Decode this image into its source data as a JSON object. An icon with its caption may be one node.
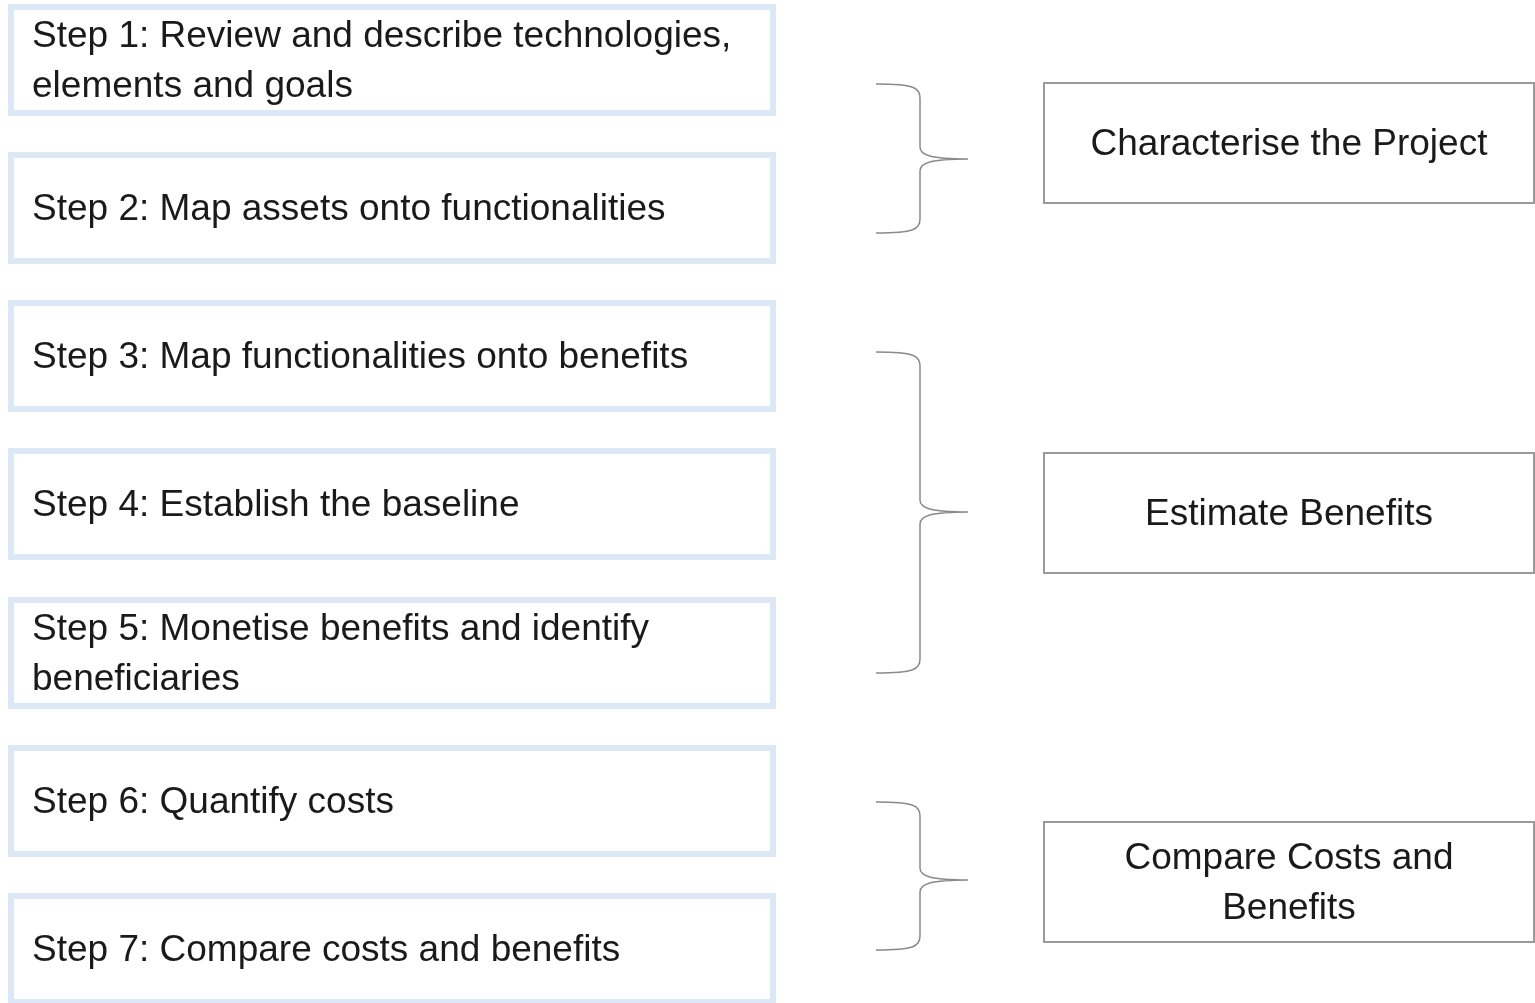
{
  "diagram": {
    "nodes": [
      {
        "text": [
          "Step 1: Review and describe technologies, elements and goals"
        ]
      },
      {
        "text": [
          "Step 2: Map assets onto functionalities"
        ]
      },
      {
        "text": [
          "Step 3: Map functionalities onto benefits"
        ]
      },
      {
        "text": [
          "Step 4: Establish the baseline"
        ]
      },
      {
        "text": [
          "Step 5: Monetise benefits and identify beneficiaries"
        ]
      },
      {
        "text": [
          "Step 6: Quantify costs"
        ]
      },
      {
        "text": [
          "Step 7: Compare costs and benefits"
        ]
      },
      {
        "text": [
          "Characterise the Project"
        ]
      },
      {
        "text": [
          "Estimate Benefits"
        ]
      },
      {
        "text": [
          "Compare Costs and Benefits"
        ]
      }
    ]
  }
}
